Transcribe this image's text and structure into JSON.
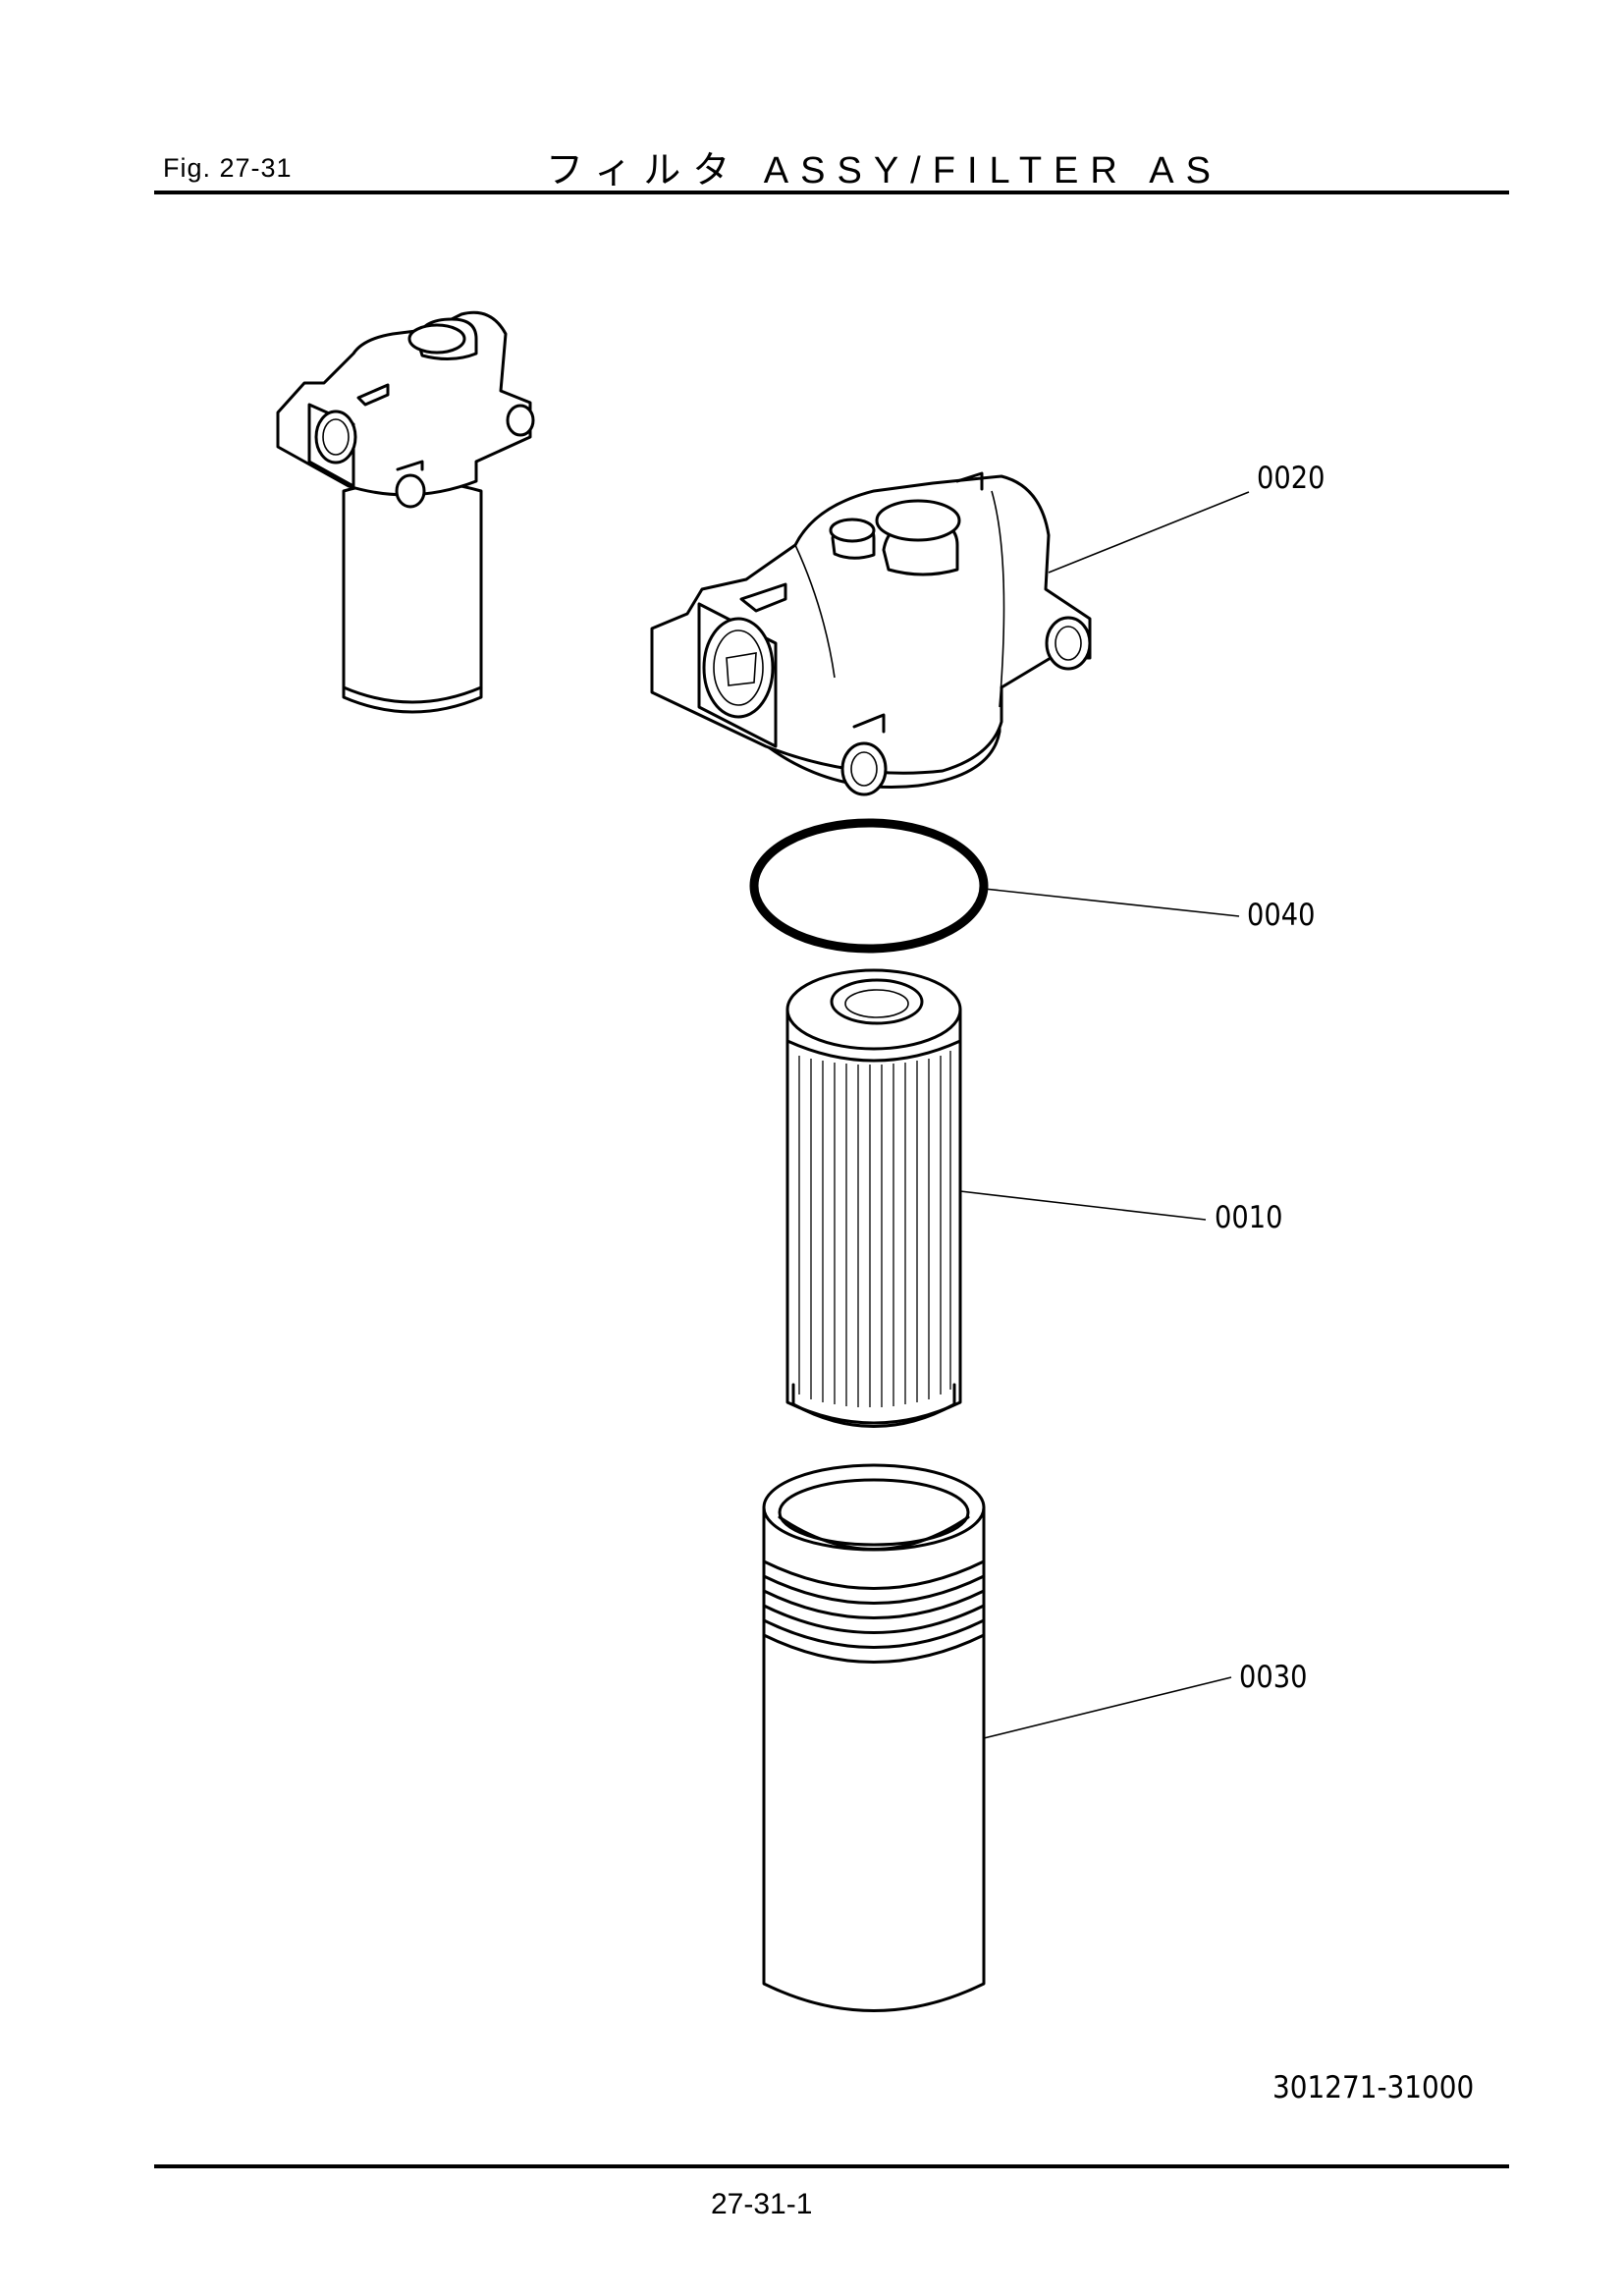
{
  "header": {
    "fig_label": "Fig.  27-31",
    "title": "フィルタ ASSY/FILTER AS"
  },
  "callouts": {
    "c0020": "0020",
    "c0040": "0040",
    "c0010": "0010",
    "c0030": "0030"
  },
  "drawing_number": "301271-31000",
  "footer": {
    "page_number": "27-31-1"
  }
}
